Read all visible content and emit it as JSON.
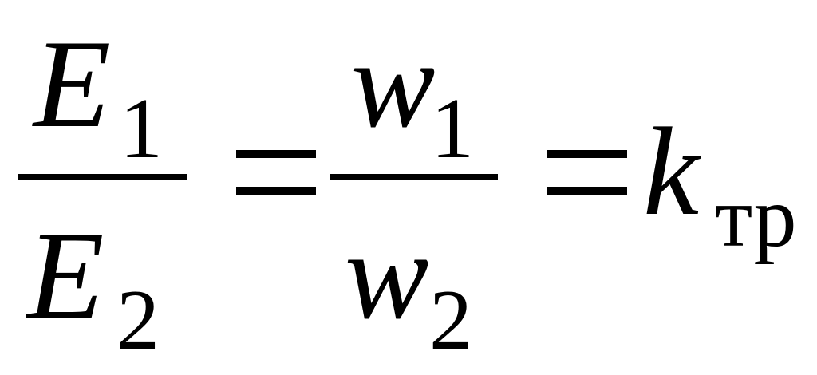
{
  "formula": {
    "fraction_1": {
      "numerator": {
        "symbol": "E",
        "subscript": "1"
      },
      "denominator": {
        "symbol": "E",
        "subscript": "2"
      }
    },
    "equals_1": "=",
    "fraction_2": {
      "numerator": {
        "symbol": "w",
        "subscript": "1"
      },
      "denominator": {
        "symbol": "w",
        "subscript": "2"
      }
    },
    "equals_2": "=",
    "result": {
      "symbol": "k",
      "subscript": "тр"
    }
  }
}
